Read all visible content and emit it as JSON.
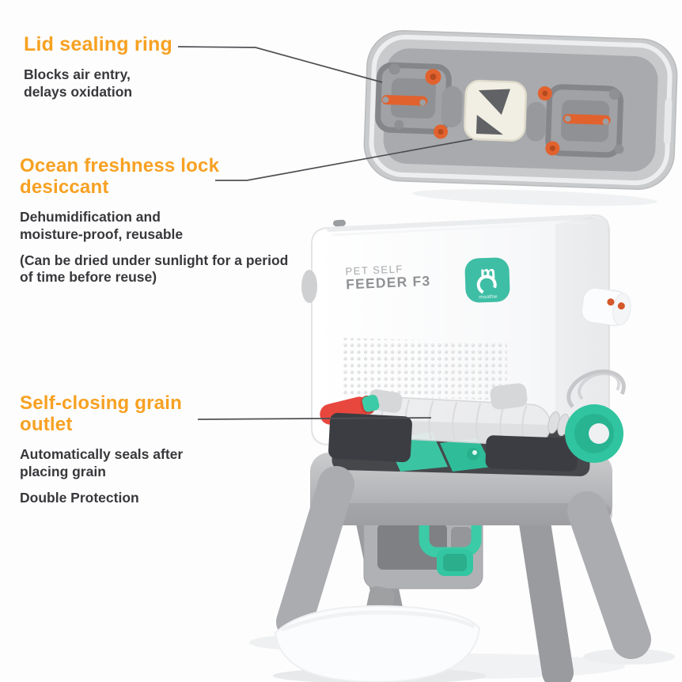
{
  "annotations": {
    "lid_ring": {
      "title": "Lid sealing ring",
      "desc": "Blocks air entry,\ndelays oxidation"
    },
    "desiccant": {
      "title": "Ocean freshness lock\ndesiccant",
      "desc1": "Dehumidification and\nmoisture-proof, reusable",
      "desc2": "(Can be dried under sunlight for a period\nof time before reuse)"
    },
    "outlet": {
      "title": "Self-closing grain\noutlet",
      "desc1": "Automatically seals after\nplacing grain",
      "desc2": "Double Protection"
    }
  },
  "product": {
    "print_line1": "PET SELF",
    "print_line2": "FEEDER F3",
    "logo_glyph": "m",
    "logo_brand": "moothw"
  },
  "colors": {
    "accent": "#F7A122",
    "text": "#38383C",
    "callout": "#4F5054",
    "logo_teal": "#3EBEA5",
    "part_mint": "#3BCBA6",
    "part_orange": "#E2622E",
    "part_red": "#E8473E"
  }
}
